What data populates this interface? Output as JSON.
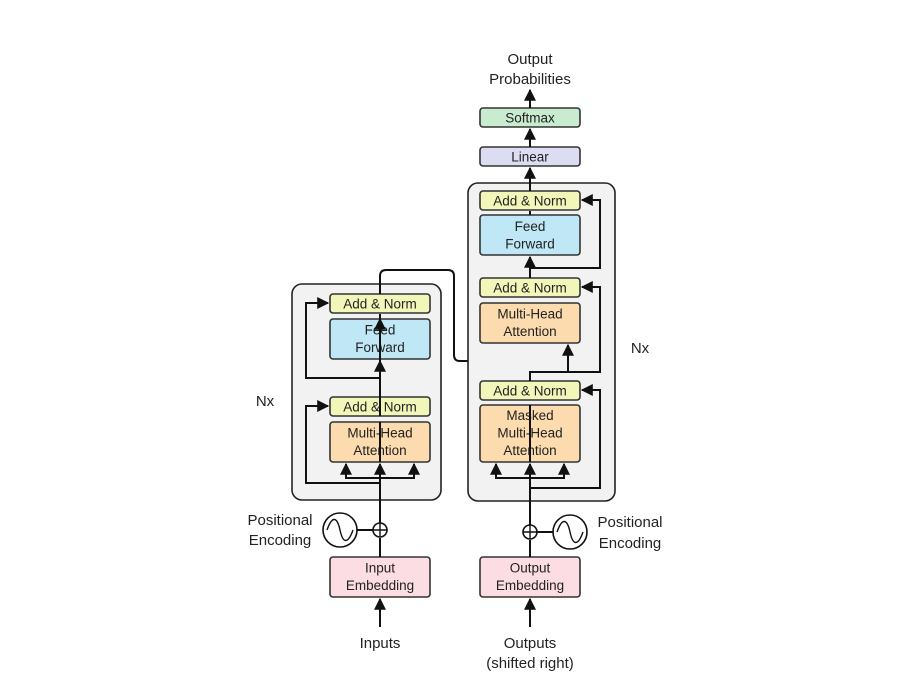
{
  "encoder": {
    "add_norm_top": "Add & Norm",
    "feed_forward": [
      "Feed",
      "Forward"
    ],
    "add_norm_bottom": "Add & Norm",
    "attention": [
      "Multi-Head",
      "Attention"
    ],
    "repeat": "Nx"
  },
  "decoder": {
    "add_norm_top": "Add & Norm",
    "feed_forward": [
      "Feed",
      "Forward"
    ],
    "add_norm_mid": "Add & Norm",
    "cross_attention": [
      "Multi-Head",
      "Attention"
    ],
    "add_norm_bottom": "Add & Norm",
    "masked_attention": [
      "Masked",
      "Multi-Head",
      "Attention"
    ],
    "repeat": "Nx"
  },
  "output_head": {
    "linear": "Linear",
    "softmax": "Softmax",
    "output_label": [
      "Output",
      "Probabilities"
    ]
  },
  "inputs": {
    "embedding": [
      "Input",
      "Embedding"
    ],
    "positional": [
      "Positional",
      "Encoding"
    ],
    "label": "Inputs"
  },
  "outputs": {
    "embedding": [
      "Output",
      "Embedding"
    ],
    "positional": [
      "Positional",
      "Encoding"
    ],
    "label": [
      "Outputs",
      "(shifted right)"
    ]
  },
  "colors": {
    "add_norm": "#f3f6b9",
    "feed_forward": "#bfe7f5",
    "attention": "#fcdcae",
    "embedding": "#fbdde3",
    "linear": "#dcdcf3",
    "softmax": "#c9ebcf",
    "stack_bg": "#f2f2f2"
  }
}
